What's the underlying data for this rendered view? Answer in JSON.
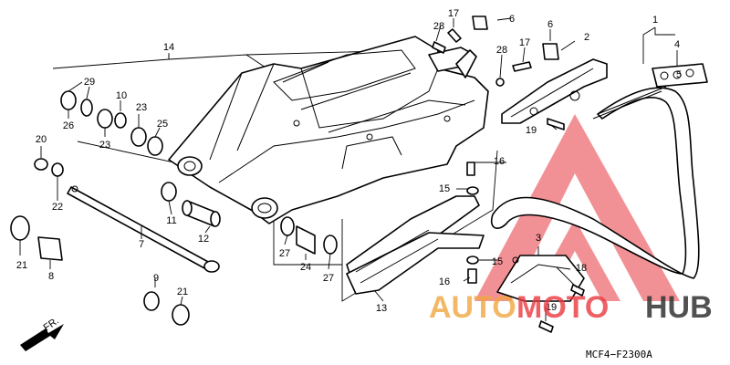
{
  "diagram_code": "MCF4−F2300A",
  "front_label": "FR.",
  "watermark": {
    "text_a": "AUTO",
    "text_b": "MOTO",
    "text_c": "HUB",
    "color_a": "#f0a640",
    "color_b": "#e8393f",
    "color_c": "#333333",
    "triangle_color": "#e8393f"
  },
  "callouts": {
    "c1": "1",
    "c2": "2",
    "c3": "3",
    "c4": "4",
    "c5": "5",
    "c6a": "6",
    "c6b": "6",
    "c7": "7",
    "c8": "8",
    "c9": "9",
    "c10": "10",
    "c11": "11",
    "c12": "12",
    "c13": "13",
    "c14": "14",
    "c15a": "15",
    "c15b": "15",
    "c16a": "16",
    "c16b": "16",
    "c17a": "17",
    "c17b": "17",
    "c18": "18",
    "c19a": "19",
    "c19b": "19",
    "c20": "20",
    "c21a": "21",
    "c21b": "21",
    "c22": "22",
    "c23a": "23",
    "c23b": "23",
    "c24": "24",
    "c25": "25",
    "c26": "26",
    "c27a": "27",
    "c27b": "27",
    "c28a": "28",
    "c28b": "28",
    "c29": "29"
  }
}
